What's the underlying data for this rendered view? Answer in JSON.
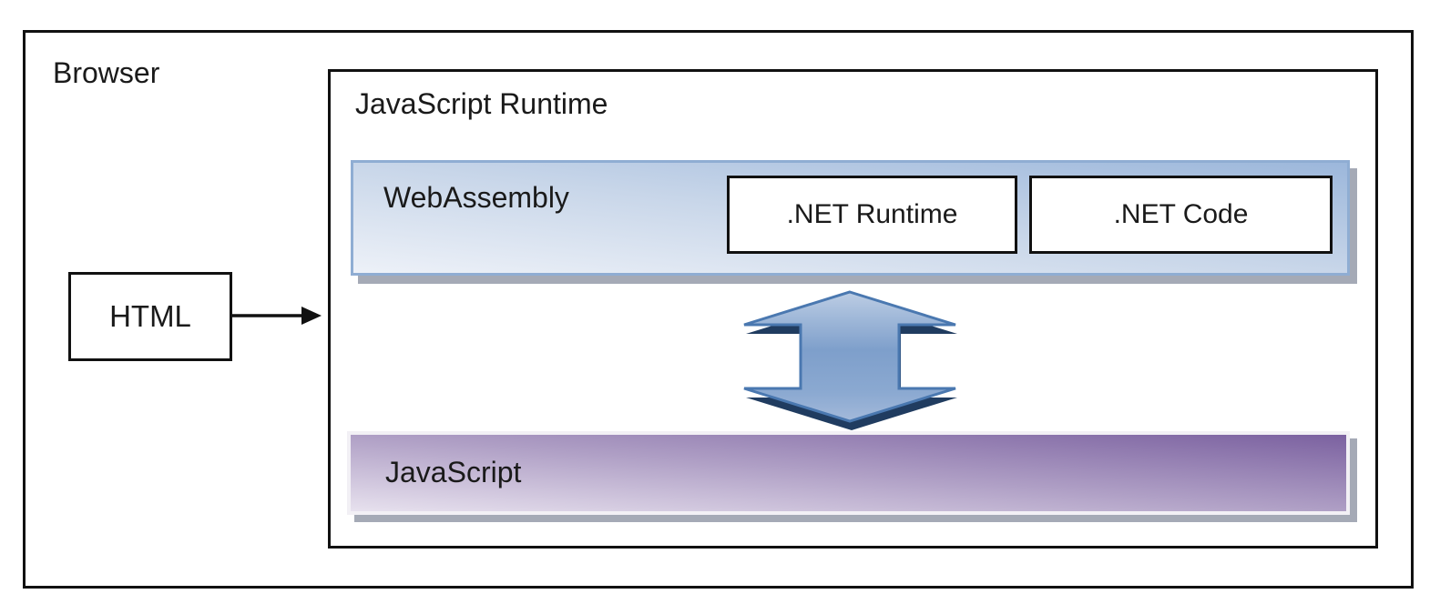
{
  "labels": {
    "browser": "Browser",
    "html_box": "HTML",
    "js_runtime": "JavaScript Runtime",
    "webassembly": "WebAssembly",
    "dotnet_runtime": ".NET Runtime",
    "dotnet_code": ".NET Code",
    "javascript": "JavaScript"
  },
  "colors": {
    "outline": "#111111",
    "text": "#1a1a1a",
    "wasm_border": "#8fadd3",
    "wasm_top": "#9cb7db",
    "wasm_mid": "#c8d6e9",
    "wasm_low": "#edf1f8",
    "js_top": "#7b61a0",
    "js_mid": "#af9fc5",
    "js_low": "#e7e1ee",
    "js_border": "#f2f0f5",
    "bar_shadow": "#a5aab6",
    "arrow_stroke": "#4a78b0",
    "arrow_top": "#bccde4",
    "arrow_mid": "#7e9fcb",
    "arrow_mid2": "#8ba9d1",
    "arrow_low": "#a3b9da",
    "arrow_shadow": "#203c60"
  }
}
